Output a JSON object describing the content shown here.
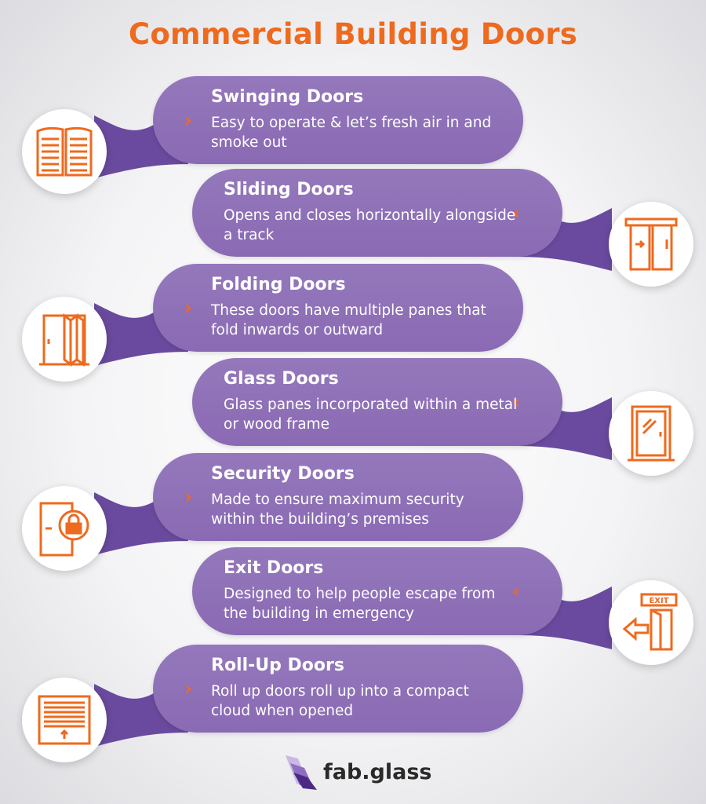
{
  "title": "Commercial Building Doors",
  "items": [
    {
      "heading": "Swinging Doors",
      "desc": "Easy to operate & let’s fresh air in and smoke out",
      "icon": "swinging-door-icon",
      "side": "left"
    },
    {
      "heading": "Sliding Doors",
      "desc": "Opens and closes horizontally alongside a track",
      "icon": "sliding-door-icon",
      "side": "right"
    },
    {
      "heading": "Folding Doors",
      "desc": "These doors have multiple panes that fold inwards or outward",
      "icon": "folding-door-icon",
      "side": "left"
    },
    {
      "heading": "Glass Doors",
      "desc": "Glass panes incorporated within a metal or wood frame",
      "icon": "glass-door-icon",
      "side": "right"
    },
    {
      "heading": "Security Doors",
      "desc": "Made to ensure maximum security within the building’s premises",
      "icon": "security-door-icon",
      "side": "left"
    },
    {
      "heading": "Exit Doors",
      "desc": "Designed to help people escape from the building in emergency",
      "icon": "exit-door-icon",
      "side": "right",
      "icon_text": "EXIT"
    },
    {
      "heading": "Roll-Up Doors",
      "desc": "Roll up doors roll up into a compact cloud when opened",
      "icon": "roll-up-door-icon",
      "side": "left"
    }
  ],
  "logo": {
    "text": "fab.glass"
  },
  "colors": {
    "accent": "#ee6a1e",
    "pill": "#8f72b8",
    "tail": "#5a3a8f"
  }
}
